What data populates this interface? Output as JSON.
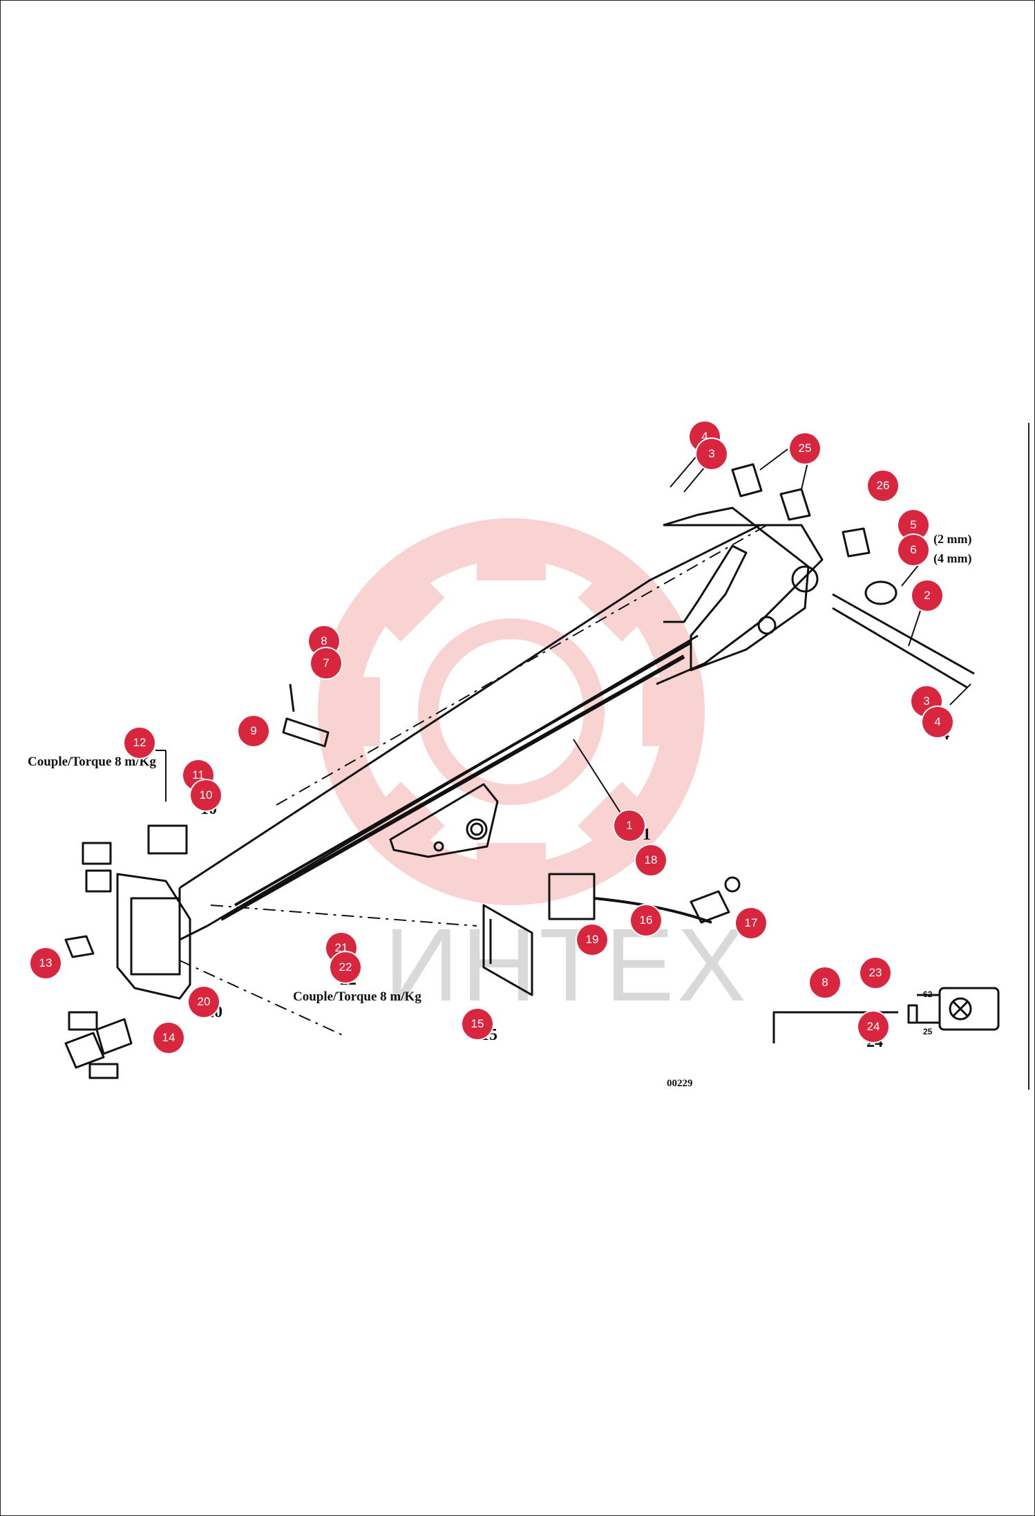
{
  "callouts": [
    "4",
    "3",
    "25",
    "26",
    "5",
    "6",
    "2",
    "8",
    "7",
    "9",
    "3",
    "4",
    "12",
    "11",
    "10",
    "1",
    "18",
    "16",
    "17",
    "19",
    "13",
    "21",
    "22",
    "20",
    "15",
    "14",
    "8",
    "23",
    "24"
  ],
  "labels": {
    "torque_top": "Couple/Torque 8 m/Kg",
    "torque_bottom": "Couple/Torque 8 m/Kg",
    "spec_2mm": "(2 mm)",
    "spec_4mm": "(4 mm)",
    "drawing_code": "00229",
    "dim_62": "62",
    "dim_25": "25",
    "num_1": "1",
    "num_4": "4",
    "num_10": "10",
    "num_20": "20",
    "num_15": "15",
    "num_22": "22",
    "num_24": "24"
  },
  "watermark": {
    "text": "ИНТЕХ",
    "color": "#f2b5b5"
  },
  "colors": {
    "callout": "#d7263d",
    "line": "#111111"
  }
}
